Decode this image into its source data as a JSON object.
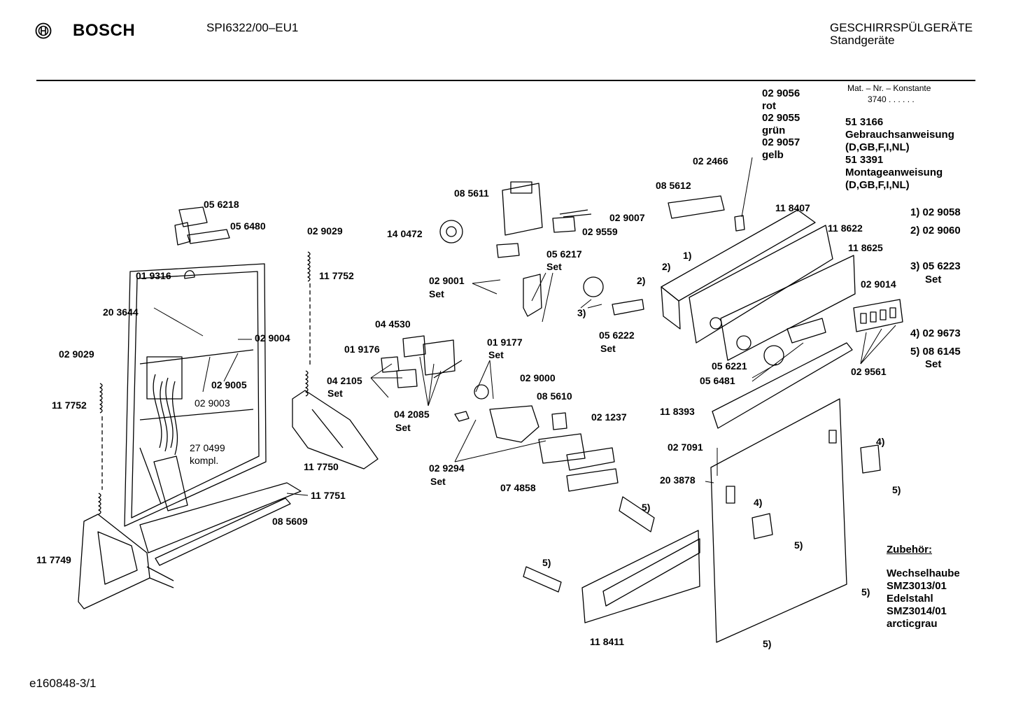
{
  "header": {
    "brand": "BOSCH",
    "model": "SPI6322/00–EU1",
    "category": "GESCHIRRSPÜLGERÄTE",
    "subcategory": "Standgeräte"
  },
  "mat_nr": {
    "label": "Mat. – Nr. – Konstante",
    "value": "3740 . . . . . ."
  },
  "documents": [
    "51 3166",
    "Gebrauchsanweisung",
    "(D,GB,F,I,NL)",
    "51 3391",
    "Montageanweisung",
    "(D,GB,F,I,NL)"
  ],
  "footnotes": [
    {
      "key": "1)",
      "part": "02 9058",
      "note": ""
    },
    {
      "key": "2)",
      "part": "02 9060",
      "note": ""
    },
    {
      "key": "3)",
      "part": "05 6223",
      "note": "Set"
    },
    {
      "key": "4)",
      "part": "02 9673",
      "note": ""
    },
    {
      "key": "5)",
      "part": "08 6145",
      "note": "Set"
    }
  ],
  "accessories": {
    "title": "Zubehör:",
    "lines": [
      "Wechselhaube",
      "SMZ3013/01",
      "Edelstahl",
      "SMZ3014/01",
      "arcticgrau"
    ]
  },
  "led_parts": [
    "02 9056",
    "rot",
    "02 9055",
    "grün",
    "02 9057",
    "gelb"
  ],
  "labels": {
    "l056218": "05 6218",
    "l056480": "05 6480",
    "l019316": "01 9316",
    "l203644": "20 3644",
    "l029029a": "02 9029",
    "l029029b": "02 9029",
    "l117752a": "11 7752",
    "l117752b": "11 7752",
    "l029004": "02 9004",
    "l029005": "02 9005",
    "l029003": "02 9003",
    "l270499": "27 0499",
    "lkompl": "kompl.",
    "l117749": "11 7749",
    "l117750": "11 7750",
    "l117751": "11 7751",
    "l085609": "08 5609",
    "l140472": "14 0472",
    "l085611": "08 5611",
    "l029001": "02 9001",
    "lset1": "Set",
    "l056217": "05 6217",
    "lset2": "Set",
    "l029559": "02 9559",
    "l029007": "02 9007",
    "l085612": "08 5612",
    "l022466": "02 2466",
    "l118407": "11 8407",
    "l118622": "11 8622",
    "l118625": "11 8625",
    "l029014": "02 9014",
    "l029561": "02 9561",
    "l044530": "04 4530",
    "l019176": "01 9176",
    "l042105": "04 2105",
    "lset3": "Set",
    "l042085": "04 2085",
    "lset4": "Set",
    "l019177": "01 9177",
    "lset5": "Set",
    "l029000": "02 9000",
    "l085610": "08 5610",
    "l021237": "02 1237",
    "l029294": "02 9294",
    "lset6": "Set",
    "l074858": "07 4858",
    "l056222": "05 6222",
    "lset7": "Set",
    "l056221": "05 6221",
    "l056481": "05 6481",
    "l118393": "11 8393",
    "l027091": "02 7091",
    "l203878": "20 3878",
    "l118411": "11 8411",
    "c1": "1)",
    "c2a": "2)",
    "c2b": "2)",
    "c3": "3)",
    "c4a": "4)",
    "c4b": "4)",
    "c5a": "5)",
    "c5b": "5)",
    "c5c": "5)",
    "c5d": "5)",
    "c5e": "5)",
    "c5f": "5)"
  },
  "footer": {
    "code": "e160848-3/1"
  }
}
